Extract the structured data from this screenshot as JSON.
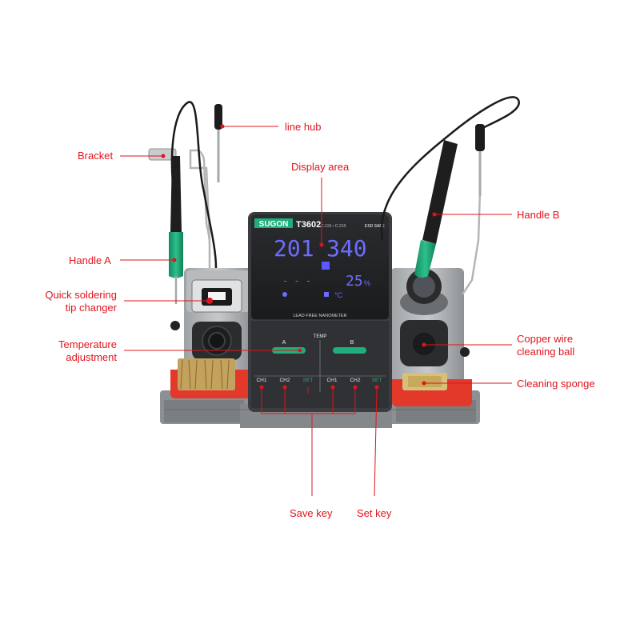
{
  "callouts": {
    "line_hub": "line hub",
    "bracket": "Bracket",
    "display_area": "Display area",
    "handle_b": "Handle B",
    "handle_a": "Handle A",
    "quick_tip_line1": "Quick soldering",
    "quick_tip_line2": "tip changer",
    "temp_adj_line1": "Temperature",
    "temp_adj_line2": "adjustment",
    "copper_line1": "Copper wire",
    "copper_line2": "cleaning ball",
    "sponge": "Cleaning sponge",
    "save_key": "Save key",
    "set_key": "Set key"
  },
  "device": {
    "brand": "SUGON",
    "model": "T3602",
    "model_suffix": "C-115 • C-210",
    "badge": "ESD SAFE",
    "temp_a": "201",
    "temp_b": "340",
    "dash_a": "- - -",
    "power_pct": "25",
    "pct_sign": "%",
    "unit": "°C",
    "subtitle": "LEAD FREE NANOMETER",
    "temp_label": "TEMP",
    "channel_a": "A",
    "channel_b": "B",
    "keys": [
      "CH1",
      "CH2",
      "SET",
      "CH1",
      "CH2",
      "SET"
    ]
  },
  "colors": {
    "callout": "#e0141c",
    "accent_green": "#1fae7c",
    "lcd_blue": "#6d6cff",
    "tray_red": "#e3392b",
    "body_gray": "#8f9396"
  }
}
